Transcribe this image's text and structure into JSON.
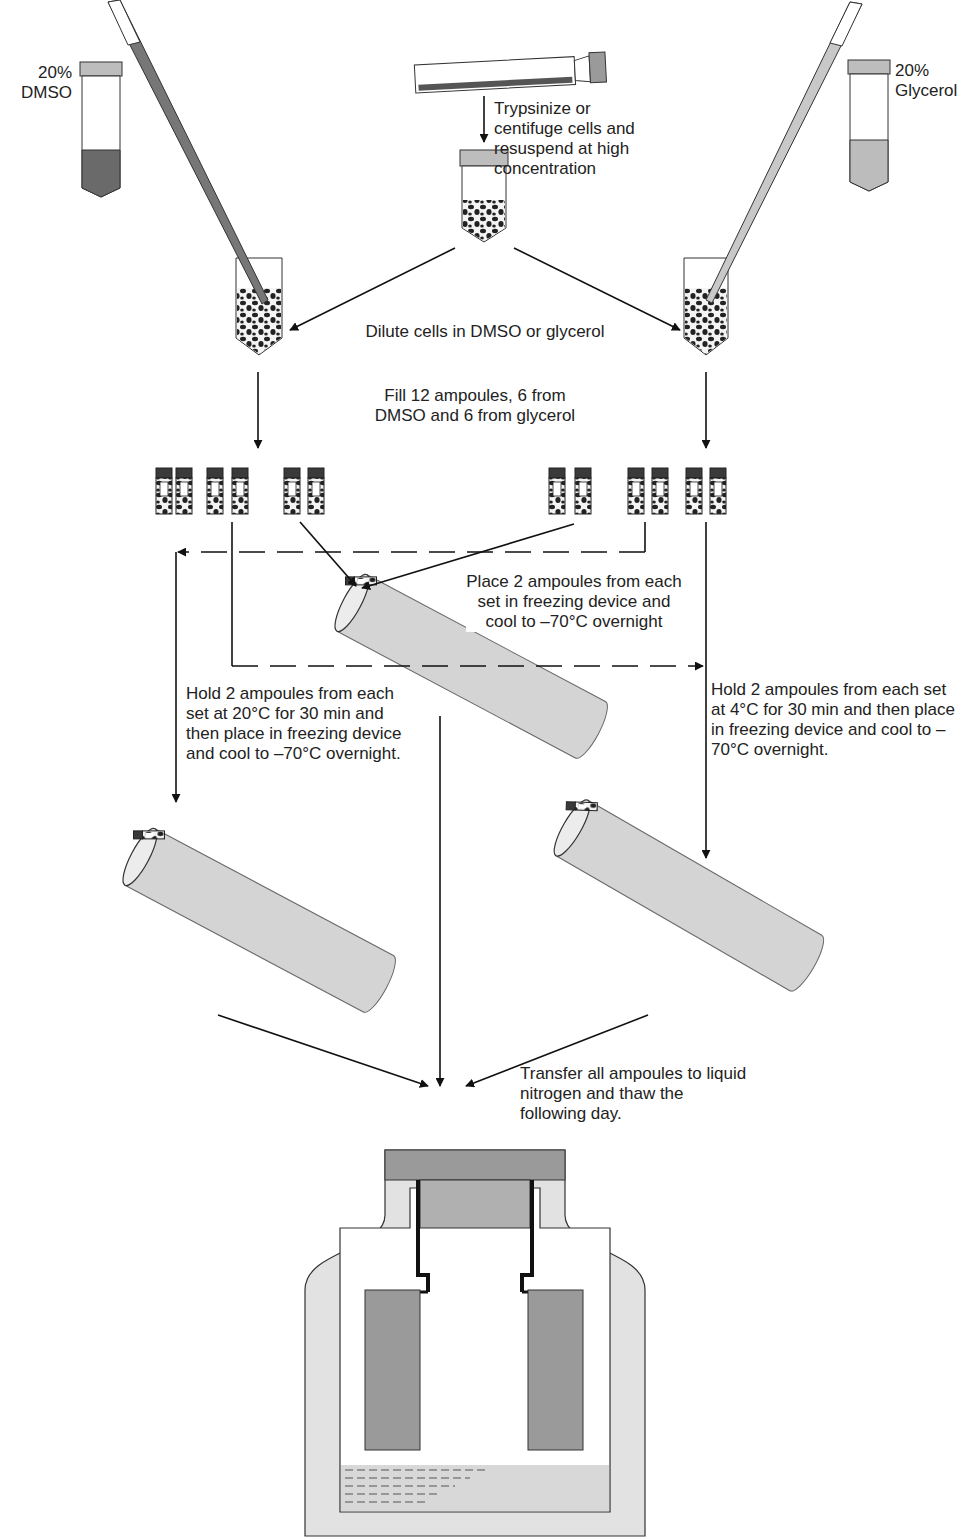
{
  "diagram": {
    "labels": [
      "20% DMSO",
      "Trypsinize or centifuge cells and resuspend at high concentration",
      "20% Glycerol",
      "Dilute cells in DMSO or glycerol",
      "Fill 12 ampoules, 6 from DMSO and 6 from glycerol",
      "Place 2 ampoules from each set in freezing device and cool to –70°C overnight",
      "Hold 2 ampoules from each set at 20°C for 30 min and then place in freezing device and cool to –70°C overnight.",
      "Hold 2 ampoules from each set at 4°C for 30 min and then place in freezing device and cool to –70°C overnight.",
      "Transfer all ampoules to liquid nitrogen and thaw the following day."
    ]
  }
}
